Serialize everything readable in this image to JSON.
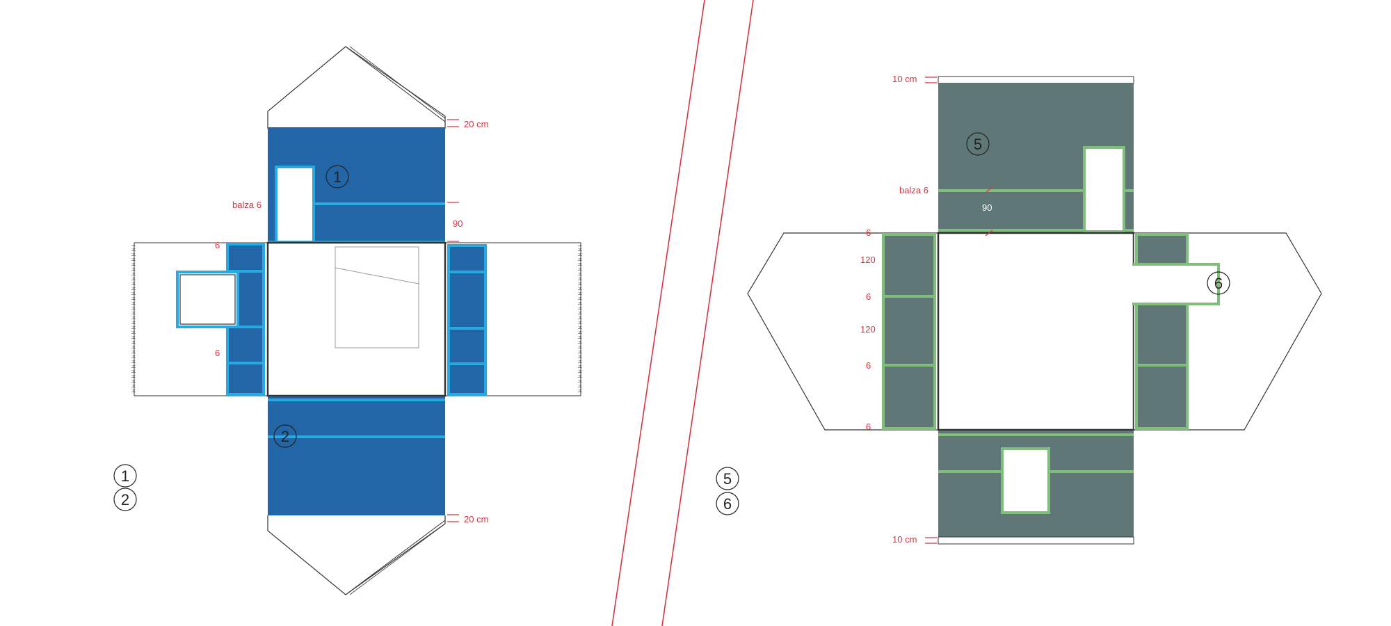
{
  "colors": {
    "blue_panel": "#2366a8",
    "blue_frame": "#27a9e1",
    "gray_panel": "#5f7777",
    "green_frame": "#7fbf7b",
    "dimension_red": "#e0313f",
    "outline": "#333333"
  },
  "left_net": {
    "dim_top": "20 cm",
    "dim_bottom": "20 cm",
    "balza_label": "balza 6",
    "dim_90": "90",
    "dim_6_top": "6",
    "dim_6_bottom": "6",
    "panel_1": "1",
    "panel_2": "2"
  },
  "right_net": {
    "dim_top": "10 cm",
    "dim_bottom": "10 cm",
    "balza_label": "balza 6",
    "dim_90": "90",
    "panel_5": "5",
    "panel_6": "6",
    "left_dims": [
      "6",
      "120",
      "6",
      "120",
      "6",
      "6"
    ]
  },
  "legend_left": [
    "1",
    "2"
  ],
  "legend_right": [
    "5",
    "6"
  ]
}
